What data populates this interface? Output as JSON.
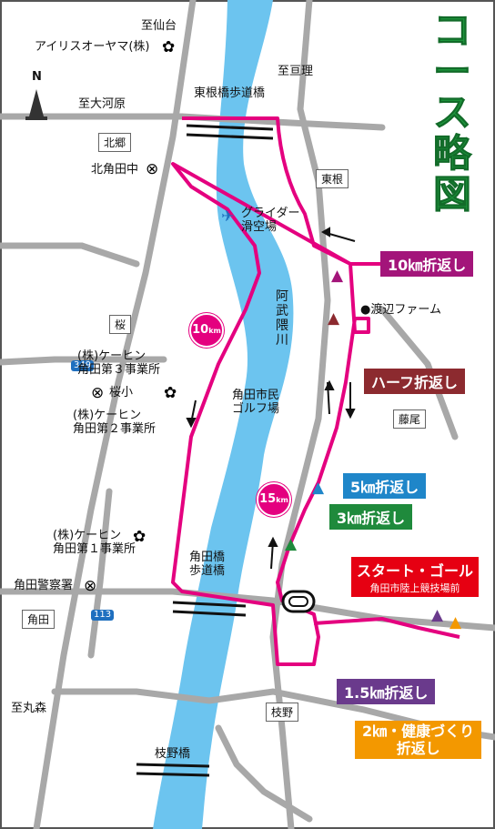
{
  "title": "コース略図",
  "north": "N",
  "roads": {
    "to_sendai": "至仙台",
    "to_watari": "至亘理",
    "to_okawara": "至大河原",
    "to_marumori": "至丸森",
    "route_349": "349",
    "route_113": "113"
  },
  "bridges": {
    "higashine": "東根橋歩道橋",
    "kakuda": "角田橋\n歩道橋",
    "edano": "枝野橋"
  },
  "river": "阿\n武\n隈\n川",
  "places": {
    "iris": "アイリスオーヤマ(株)",
    "kita_kakuda_jhs": "北角田中",
    "glider": "グライダー\n滑空場",
    "watanabe_farm": "●渡辺ファーム",
    "keihin3": "(株)ケーヒン\n角田第３事業所",
    "sakura_es": "桜小",
    "keihin2": "(株)ケーヒン\n角田第２事業所",
    "golf": "角田市民\nゴルフ場",
    "keihin1": "(株)ケーヒン\n角田第１事業所",
    "police": "角田警察署"
  },
  "districts": {
    "kitago": "北郷",
    "higashine": "東根",
    "sakura": "桜",
    "fujio": "藤尾",
    "kakuda": "角田",
    "edano": "枝野"
  },
  "markers": {
    "km10": "10",
    "km15": "15",
    "km_unit": "km"
  },
  "turns": {
    "t10": {
      "label": "10㎞折返し",
      "color": "#a3157a"
    },
    "half": {
      "label": "ハーフ折返し",
      "color": "#8c2a2f"
    },
    "t5": {
      "label": "5㎞折返し",
      "color": "#1f86c9"
    },
    "t3": {
      "label": "3㎞折返し",
      "color": "#1f8a3c"
    },
    "start": {
      "label": "スタート・ゴール",
      "sub": "角田市陸上競技場前",
      "color": "#e60012"
    },
    "t15": {
      "label": "1.5㎞折返し",
      "color": "#6a3a8c"
    },
    "t2": {
      "label": "2㎞・健康づくり\n折返し",
      "color": "#f39800"
    }
  },
  "colors": {
    "course": "#e4007f",
    "river": "#6cc4ef",
    "road": "#a8a8a8",
    "title": "#1e9a3e"
  }
}
